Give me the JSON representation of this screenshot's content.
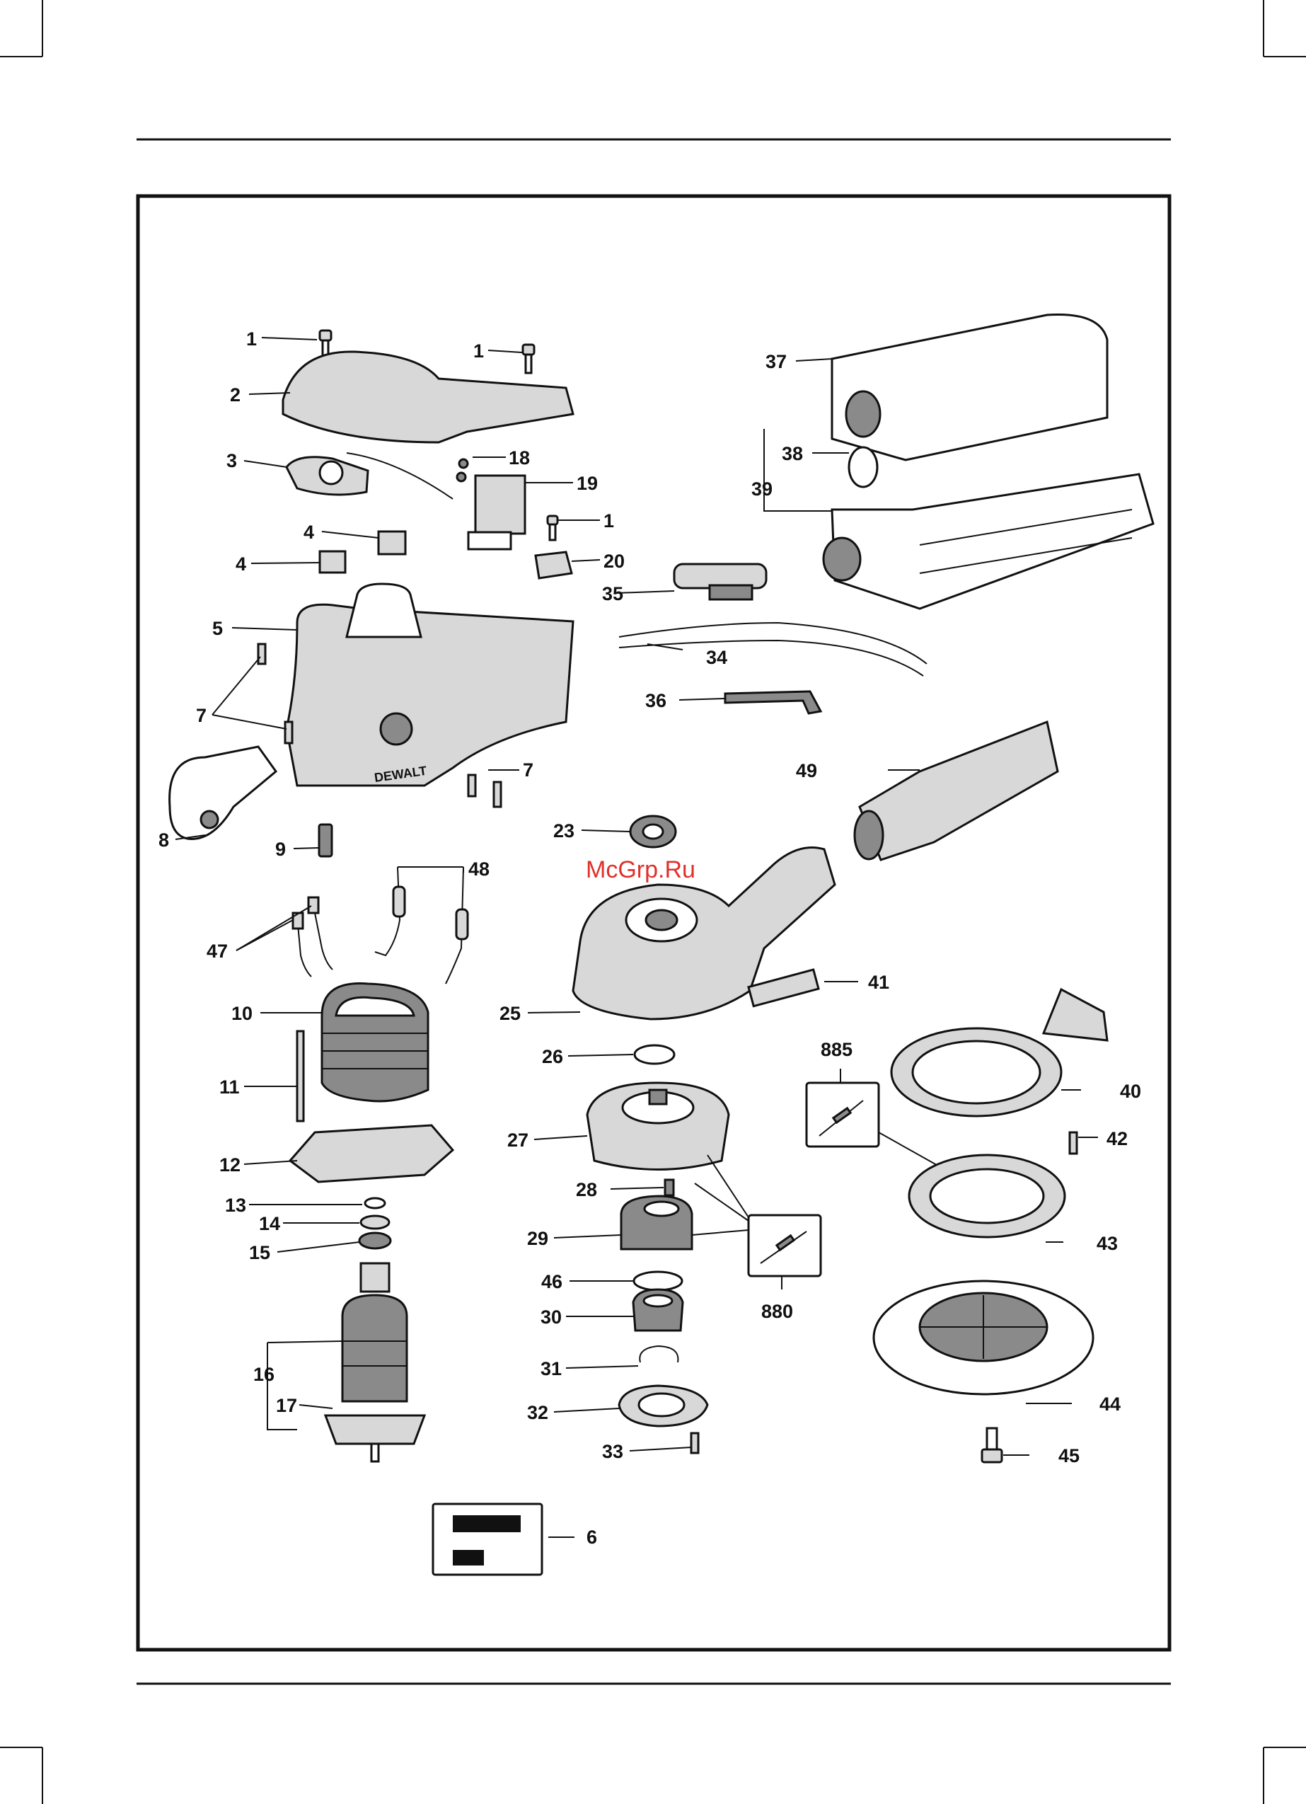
{
  "watermark": "McGrp.Ru",
  "brand": "DEWALT",
  "colors": {
    "ink": "#111111",
    "paper": "#ffffff",
    "watermark": "#e0302a"
  },
  "callouts": [
    "1",
    "1",
    "1",
    "2",
    "3",
    "4",
    "4",
    "5",
    "6",
    "7",
    "7",
    "8",
    "9",
    "10",
    "11",
    "12",
    "13",
    "14",
    "15",
    "16",
    "17",
    "18",
    "19",
    "20",
    "23",
    "25",
    "26",
    "27",
    "28",
    "29",
    "30",
    "31",
    "32",
    "33",
    "34",
    "35",
    "36",
    "37",
    "38",
    "39",
    "40",
    "41",
    "42",
    "43",
    "44",
    "45",
    "46",
    "47",
    "48",
    "49",
    "880",
    "885"
  ]
}
